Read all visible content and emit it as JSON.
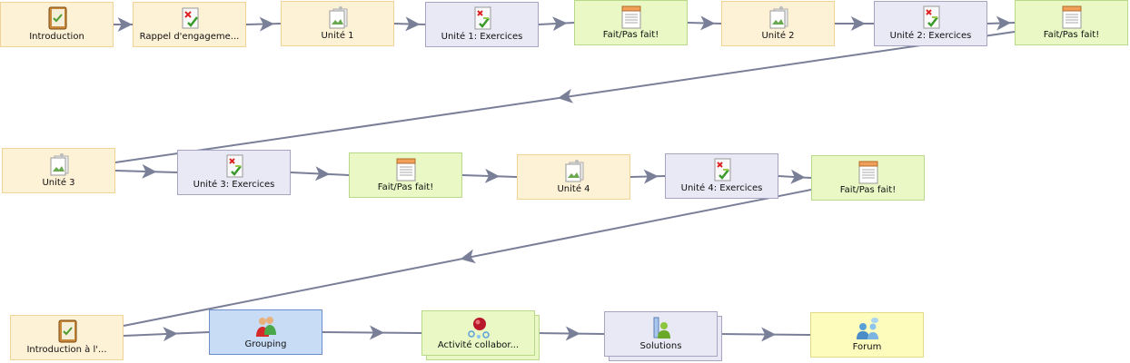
{
  "nodes": {
    "n1": {
      "label": "Introduction",
      "icon": "notebook-icon"
    },
    "n2": {
      "label": "Rappel d'engageme...",
      "icon": "checklist-icon"
    },
    "n3": {
      "label": "Unité 1",
      "icon": "document-image-icon"
    },
    "n4": {
      "label": "Unité 1: Exercices",
      "icon": "assessment-icon"
    },
    "n5": {
      "label": "Fait/Pas fait!",
      "icon": "notepad-icon"
    },
    "n6": {
      "label": "Unité 2",
      "icon": "document-image-icon"
    },
    "n7": {
      "label": "Unité 2: Exercices",
      "icon": "assessment-icon"
    },
    "n8": {
      "label": "Fait/Pas fait!",
      "icon": "notepad-icon"
    },
    "n9": {
      "label": "Unité 3",
      "icon": "document-image-icon"
    },
    "n10": {
      "label": "Unité 3: Exercices",
      "icon": "assessment-icon"
    },
    "n11": {
      "label": "Fait/Pas fait!",
      "icon": "notepad-icon"
    },
    "n12": {
      "label": "Unité 4",
      "icon": "document-image-icon"
    },
    "n13": {
      "label": "Unité 4: Exercices",
      "icon": "assessment-icon"
    },
    "n14": {
      "label": "Fait/Pas fait!",
      "icon": "notepad-icon"
    },
    "n15": {
      "label": "Introduction à l'...",
      "icon": "notebook-icon"
    },
    "n16": {
      "label": "Grouping",
      "icon": "group-icon"
    },
    "n17": {
      "label": "Activité collabor...",
      "icon": "collaboration-icon"
    },
    "n18": {
      "label": "Solutions",
      "icon": "chart-person-icon"
    },
    "n19": {
      "label": "Forum",
      "icon": "forum-icon"
    }
  },
  "colors": {
    "connector": "#7a7f98",
    "orange": "#fdf1d6",
    "lavender": "#e9e8f5",
    "green": "#e9f8c4",
    "blue": "#c9dcf6",
    "yellow": "#fdfcbd"
  }
}
